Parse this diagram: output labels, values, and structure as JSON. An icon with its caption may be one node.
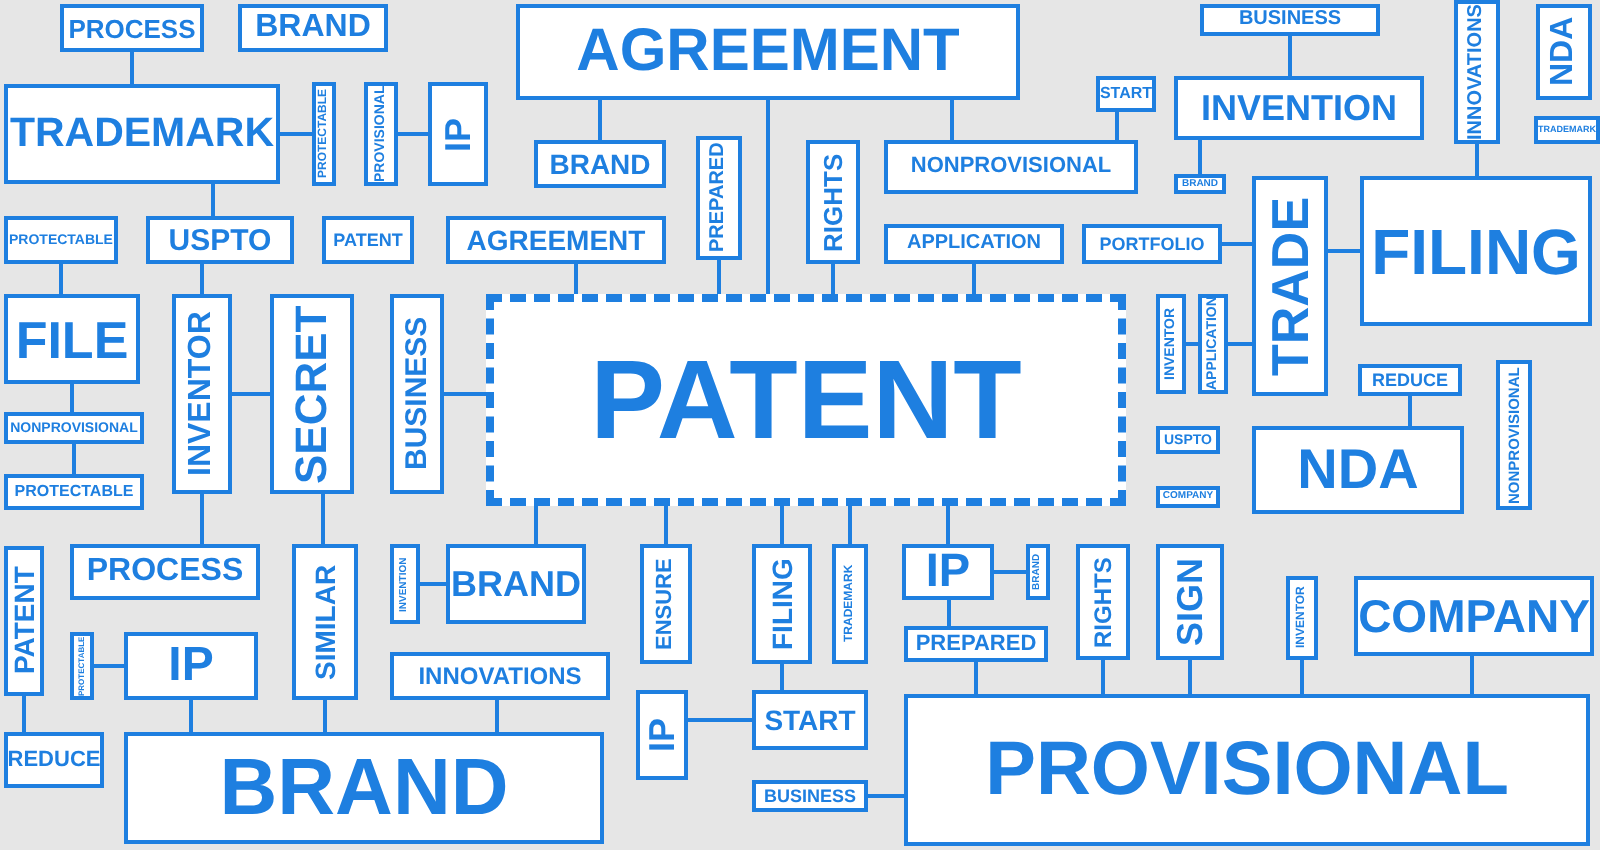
{
  "diagram": {
    "nodes": [
      {
        "text": [
          "PROCESS"
        ]
      },
      {
        "text": [
          "BRAND"
        ]
      },
      {
        "text": [
          "AGREEMENT"
        ]
      },
      {
        "text": [
          "BUSINESS"
        ]
      },
      {
        "text": [
          "NDA"
        ]
      },
      {
        "text": [
          "TRADEMARK"
        ]
      },
      {
        "text": [
          "PROTECTABLE"
        ]
      },
      {
        "text": [
          "PROVISIONAL"
        ]
      },
      {
        "text": [
          "IP"
        ]
      },
      {
        "text": [
          "BRAND"
        ]
      },
      {
        "text": [
          "PREPARED"
        ]
      },
      {
        "text": [
          "RIGHTS"
        ]
      },
      {
        "text": [
          "START"
        ]
      },
      {
        "text": [
          "INVENTION"
        ]
      },
      {
        "text": [
          "INNOVATIONS"
        ]
      },
      {
        "text": [
          "NONPROVISIONAL"
        ]
      },
      {
        "text": [
          "BRAND"
        ]
      },
      {
        "text": [
          "TRADEMARK"
        ]
      },
      {
        "text": [
          "PROTECTABLE"
        ]
      },
      {
        "text": [
          "USPTO"
        ]
      },
      {
        "text": [
          "PATENT"
        ]
      },
      {
        "text": [
          "AGREEMENT"
        ]
      },
      {
        "text": [
          "APPLICATION"
        ]
      },
      {
        "text": [
          "PORTFOLIO"
        ]
      },
      {
        "text": [
          "TRADE"
        ]
      },
      {
        "text": [
          "FILING"
        ]
      },
      {
        "text": [
          "FILE"
        ]
      },
      {
        "text": [
          "INVENTOR"
        ]
      },
      {
        "text": [
          "SECRET"
        ]
      },
      {
        "text": [
          "BUSINESS"
        ]
      },
      {
        "text": [
          "PATENT"
        ]
      },
      {
        "text": [
          "INVENTOR"
        ]
      },
      {
        "text": [
          "APPLICATION"
        ]
      },
      {
        "text": [
          "REDUCE"
        ]
      },
      {
        "text": [
          "NONPROVISIONAL"
        ]
      },
      {
        "text": [
          "NONPROVISIONAL"
        ]
      },
      {
        "text": [
          "PROTECTABLE"
        ]
      },
      {
        "text": [
          "USPTO"
        ]
      },
      {
        "text": [
          "COMPANY"
        ]
      },
      {
        "text": [
          "NDA"
        ]
      },
      {
        "text": [
          "PATENT"
        ]
      },
      {
        "text": [
          "PROCESS"
        ]
      },
      {
        "text": [
          "SIMILAR"
        ]
      },
      {
        "text": [
          "INVENTION"
        ]
      },
      {
        "text": [
          "BRAND"
        ]
      },
      {
        "text": [
          "ENSURE"
        ]
      },
      {
        "text": [
          "FILING"
        ]
      },
      {
        "text": [
          "TRADEMARK"
        ]
      },
      {
        "text": [
          "IP"
        ]
      },
      {
        "text": [
          "BRAND"
        ]
      },
      {
        "text": [
          "RIGHTS"
        ]
      },
      {
        "text": [
          "SIGN"
        ]
      },
      {
        "text": [
          "INVENTOR"
        ]
      },
      {
        "text": [
          "COMPANY"
        ]
      },
      {
        "text": [
          "PROTECTABLE"
        ]
      },
      {
        "text": [
          "IP"
        ]
      },
      {
        "text": [
          "INNOVATIONS"
        ]
      },
      {
        "text": [
          "IP"
        ]
      },
      {
        "text": [
          "START"
        ]
      },
      {
        "text": [
          "PREPARED"
        ]
      },
      {
        "text": [
          "REDUCE"
        ]
      },
      {
        "text": [
          "BRAND"
        ]
      },
      {
        "text": [
          "PROVISIONAL"
        ]
      },
      {
        "text": [
          "BUSINESS"
        ]
      }
    ],
    "edges": [
      {
        "from": 0,
        "to": 5,
        "arrow": "none"
      },
      {
        "from": 5,
        "to": 6,
        "arrow": "none"
      },
      {
        "from": 7,
        "to": 8,
        "arrow": "none"
      },
      {
        "from": 5,
        "to": 19,
        "arrow": "none"
      },
      {
        "from": 19,
        "to": 27,
        "arrow": "none"
      },
      {
        "from": 18,
        "to": 26,
        "arrow": "none"
      },
      {
        "from": 27,
        "to": 28,
        "arrow": "none"
      },
      {
        "from": 29,
        "to": 30,
        "arrow": "none"
      },
      {
        "from": 2,
        "to": 9,
        "arrow": "none"
      },
      {
        "from": 2,
        "to": 30,
        "arrow": "none"
      },
      {
        "from": 11,
        "to": 30,
        "arrow": "none"
      },
      {
        "from": 21,
        "to": 30,
        "arrow": "none"
      },
      {
        "from": 10,
        "to": 30,
        "arrow": "none"
      },
      {
        "from": 2,
        "to": 15,
        "arrow": "none"
      },
      {
        "from": 12,
        "to": 15,
        "arrow": "none"
      },
      {
        "from": 13,
        "to": 3,
        "arrow": "none"
      },
      {
        "from": 13,
        "to": 16,
        "arrow": "none"
      },
      {
        "from": 22,
        "to": 30,
        "arrow": "none"
      },
      {
        "from": 23,
        "to": 24,
        "arrow": "none"
      },
      {
        "from": 24,
        "to": 25,
        "arrow": "none"
      },
      {
        "from": 14,
        "to": 25,
        "arrow": "none"
      },
      {
        "from": 31,
        "to": 32,
        "arrow": "none"
      },
      {
        "from": 32,
        "to": 24,
        "arrow": "none"
      },
      {
        "from": 33,
        "to": 39,
        "arrow": "none"
      },
      {
        "from": 26,
        "to": 35,
        "arrow": "none"
      },
      {
        "from": 35,
        "to": 36,
        "arrow": "none"
      },
      {
        "from": 27,
        "to": 41,
        "arrow": "none"
      },
      {
        "from": 28,
        "to": 42,
        "arrow": "none"
      },
      {
        "from": 43,
        "to": 44,
        "arrow": "none"
      },
      {
        "from": 30,
        "to": 44,
        "arrow": "none"
      },
      {
        "from": 30,
        "to": 45,
        "arrow": "none"
      },
      {
        "from": 30,
        "to": 46,
        "arrow": "none"
      },
      {
        "from": 30,
        "to": 47,
        "arrow": "none"
      },
      {
        "from": 30,
        "to": 48,
        "arrow": "none"
      },
      {
        "from": 48,
        "to": 49,
        "arrow": "none"
      },
      {
        "from": 48,
        "to": 59,
        "arrow": "none"
      },
      {
        "from": 59,
        "to": 62,
        "arrow": "none"
      },
      {
        "from": 51,
        "to": 62,
        "arrow": "none"
      },
      {
        "from": 50,
        "to": 62,
        "arrow": "none"
      },
      {
        "from": 52,
        "to": 62,
        "arrow": "none"
      },
      {
        "from": 53,
        "to": 62,
        "arrow": "none"
      },
      {
        "from": 54,
        "to": 55,
        "arrow": "none"
      },
      {
        "from": 55,
        "to": 61,
        "arrow": "none"
      },
      {
        "from": 42,
        "to": 61,
        "arrow": "none"
      },
      {
        "from": 56,
        "to": 61,
        "arrow": "none"
      },
      {
        "from": 40,
        "to": 60,
        "arrow": "none"
      },
      {
        "from": 46,
        "to": 58,
        "arrow": "none"
      },
      {
        "from": 57,
        "to": 58,
        "arrow": "none"
      },
      {
        "from": 63,
        "to": 62,
        "arrow": "none"
      }
    ]
  }
}
